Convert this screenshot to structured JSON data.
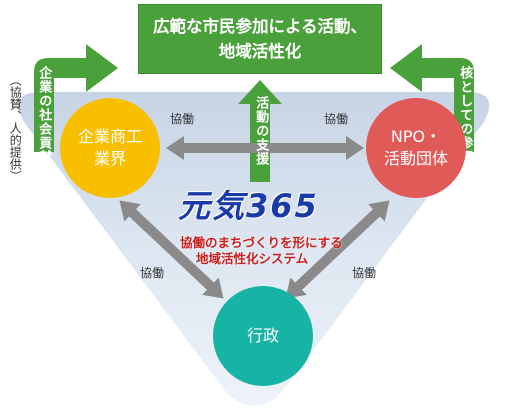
{
  "goal": {
    "line1": "広範な市民参加による活動、",
    "line2": "地域活性化"
  },
  "left_arrow": {
    "label": "企業の社会貢献",
    "note": "（協賛、人的提供）"
  },
  "right_arrow": {
    "label": "核としての参画"
  },
  "center_arrow": {
    "label": "活動の支援"
  },
  "nodes": {
    "business": {
      "line1": "企業商工",
      "line2": "業界"
    },
    "npo": {
      "line1": "NPO・",
      "line2": "活動団体"
    },
    "gov": {
      "line1": "行政"
    }
  },
  "links": {
    "top_left": "協働",
    "top_right": "協働",
    "lower_left": "協働",
    "lower_right": "協働"
  },
  "logo": {
    "main": "元気365",
    "tagline1": "協働のまちづくりを形にする",
    "tagline2": "地域活性化システム"
  },
  "colors": {
    "green": "#4aa03a",
    "business": "#f7bf00",
    "npo": "#e05a58",
    "gov": "#17b3a4",
    "triangle": "#d9e3ef",
    "arrow_gray": "#8a8a8a",
    "logo_blue": "#1a3aa8",
    "tag_red": "#c8201e"
  }
}
